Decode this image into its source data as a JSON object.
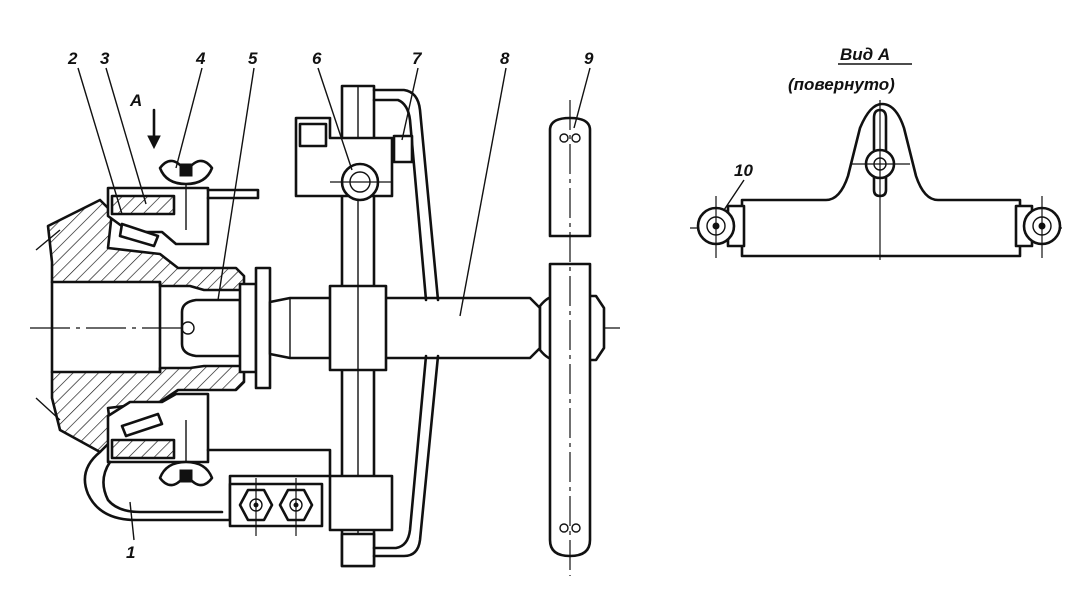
{
  "view": {
    "title": "Вид А",
    "subtitle": "(повернуто)"
  },
  "view_arrow_label": "A",
  "callouts": [
    {
      "id": "1",
      "label": "1"
    },
    {
      "id": "2",
      "label": "2"
    },
    {
      "id": "3",
      "label": "3"
    },
    {
      "id": "4",
      "label": "4"
    },
    {
      "id": "5",
      "label": "5"
    },
    {
      "id": "6",
      "label": "6"
    },
    {
      "id": "7",
      "label": "7"
    },
    {
      "id": "8",
      "label": "8"
    },
    {
      "id": "9",
      "label": "9"
    },
    {
      "id": "10",
      "label": "10"
    }
  ]
}
